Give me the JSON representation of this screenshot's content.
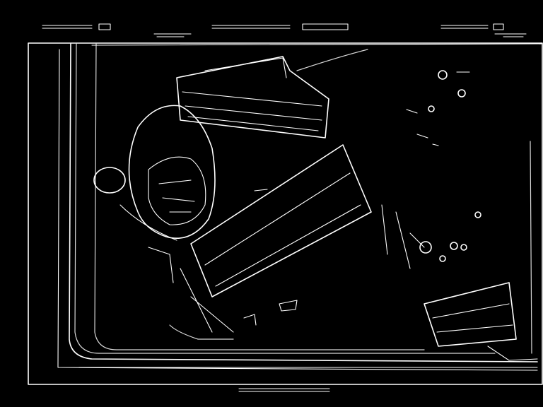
{
  "overlay": {
    "camera_left_label": "",
    "camera_right_label": "",
    "center_header": "",
    "footer_text": ""
  },
  "colors": {
    "background": "#000000",
    "edge": "#ffffff"
  },
  "scene": {
    "type": "edge-detected x-ray scan of container contents",
    "objects": [
      "bin-outline",
      "rectangular-box",
      "helmet-shape",
      "long-tube",
      "small-rings",
      "bottom-right-block"
    ]
  }
}
